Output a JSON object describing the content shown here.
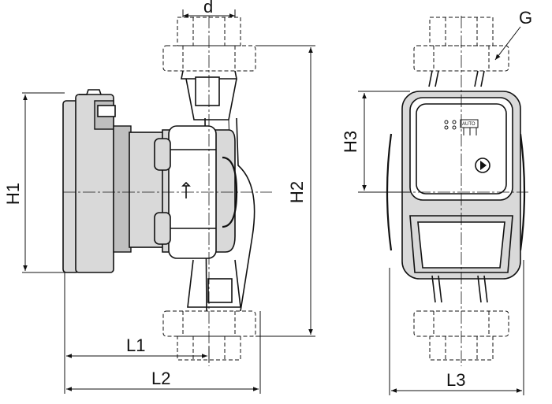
{
  "labels": {
    "d": "d",
    "g": "G",
    "h1": "H1",
    "h2": "H2",
    "h3": "H3",
    "l1": "L1",
    "l2": "L2",
    "l3": "L3",
    "auto": "AUTO"
  }
}
